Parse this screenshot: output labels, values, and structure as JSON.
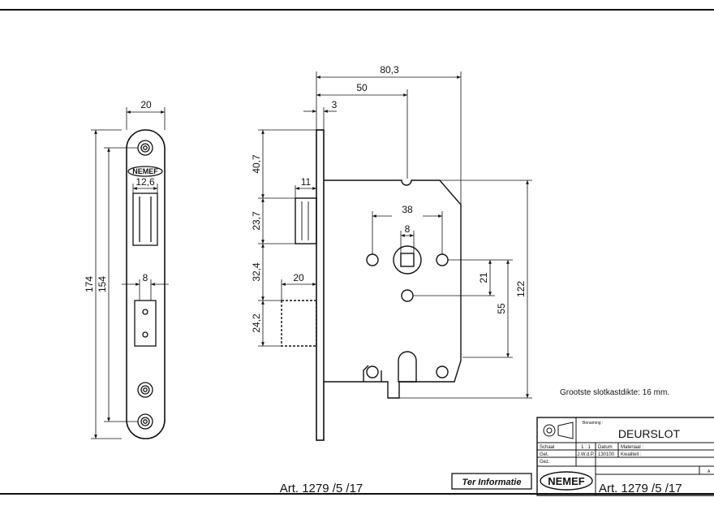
{
  "front_plate": {
    "width": "20",
    "inner_width": "12,6",
    "bolt_width": "8",
    "total_height": "174",
    "screw_distance": "154",
    "logo": "NEMEF"
  },
  "lock_body": {
    "depth": "80,3",
    "backset": "50",
    "plate_thickness": "3",
    "latch_projection": "11",
    "deadbolt_projection": "20",
    "dim_top": "40,7",
    "dim_latch": "23,7",
    "dim_gap": "32,4",
    "dim_bolt": "24,2",
    "spindle": "8",
    "hole_spacing": "38",
    "dim_21": "21",
    "dim_55": "55",
    "dim_122": "122"
  },
  "note": "Grootste slotkastdikte: 16 mm.",
  "article": "Art. 1279 /5 /17",
  "stamp": "Ter Informatie",
  "title_block": {
    "benaming_label": "Benaming :",
    "title": "DEURSLOT",
    "schaal_label": "Schaal",
    "schaal": "1 : 1",
    "datum_label": "Datum",
    "datum": "130100",
    "materiaal_label": "Materiaal :",
    "get_label": "Get.",
    "get": "J.W.d.P.",
    "kwaliteit_label": "Kwaliteit :",
    "gez_label": "Gez.",
    "logo": "NEMEF",
    "article": "Art. 1279 /5 /17",
    "corner": "A"
  }
}
